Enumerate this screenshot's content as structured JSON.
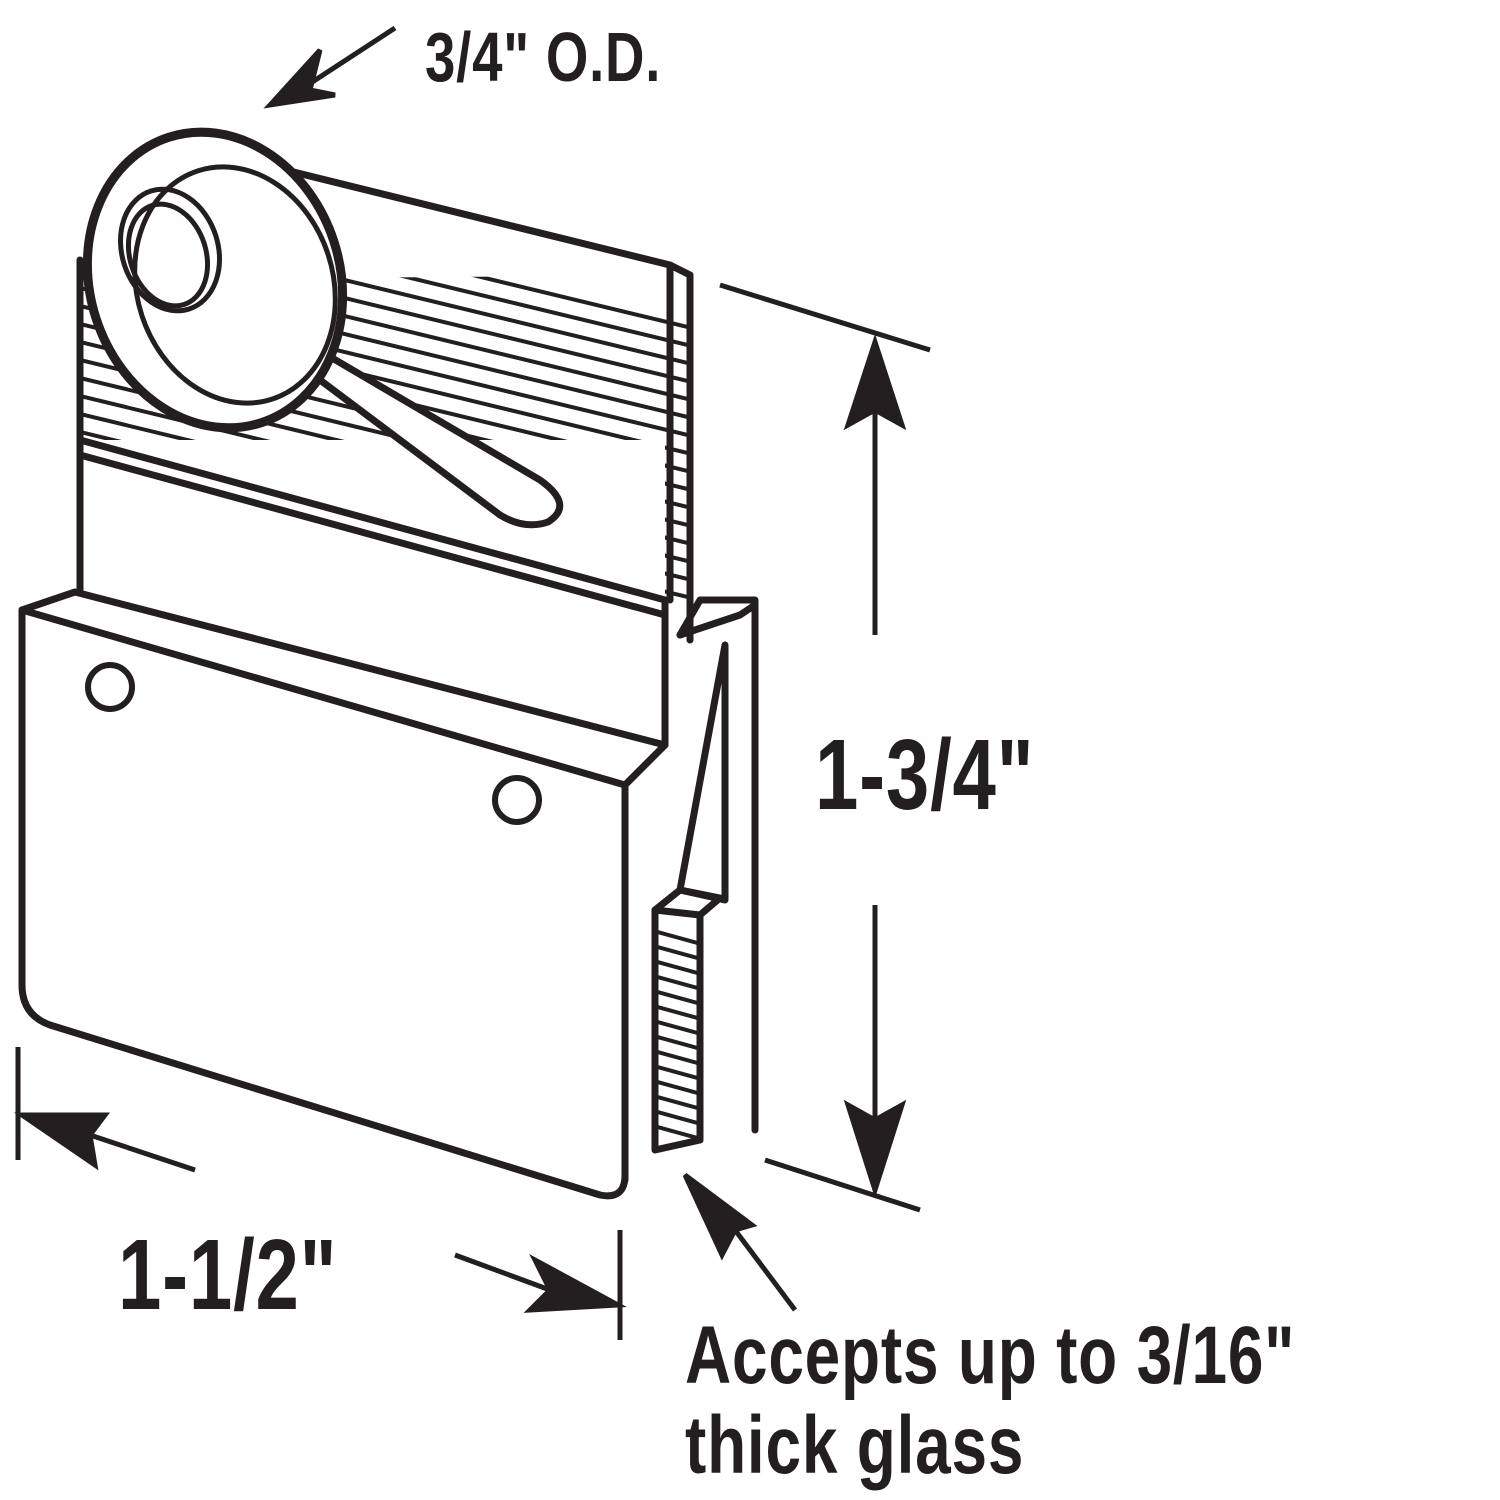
{
  "diagram": {
    "subject": "sliding window roller assembly",
    "line_color": "#231f20",
    "background": "#ffffff"
  },
  "labels": {
    "roller_diameter": "3/4\" O.D.",
    "height": "1-3/4\"",
    "width": "1-1/2\"",
    "glass_line1": "Accepts up to 3/16\"",
    "glass_line2": "thick glass"
  }
}
